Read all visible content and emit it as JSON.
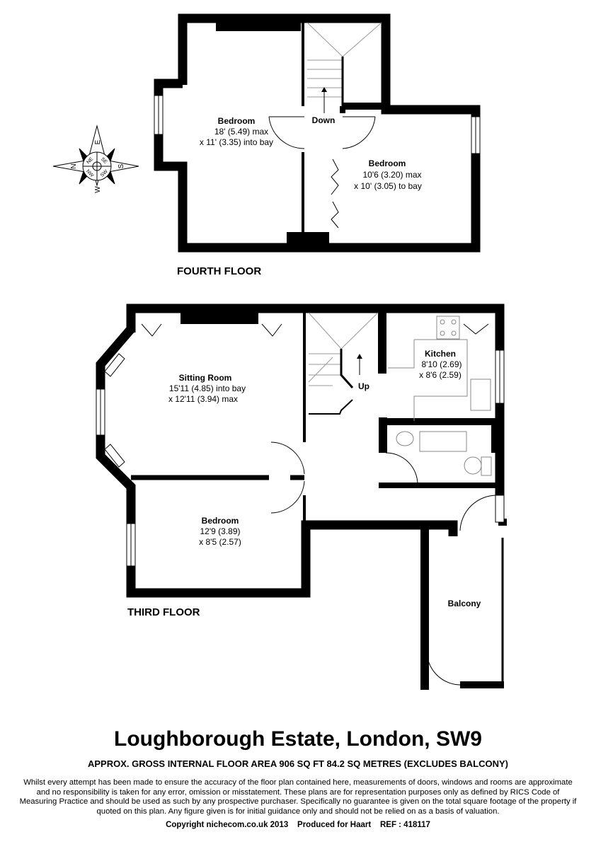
{
  "compass": {
    "labels": [
      "N",
      "E",
      "S",
      "W",
      "NE",
      "SE",
      "SW",
      "NW"
    ]
  },
  "fourth_floor": {
    "label": "FOURTH FLOOR",
    "stairs_label": "Down",
    "rooms": [
      {
        "name": "Bedroom",
        "dim1": "18' (5.49) max",
        "dim2": "x 11' (3.35) into bay"
      },
      {
        "name": "Bedroom",
        "dim1": "10'6 (3.20) max",
        "dim2": "x 10' (3.05) to bay"
      }
    ]
  },
  "third_floor": {
    "label": "THIRD FLOOR",
    "stairs_label": "Up",
    "rooms": [
      {
        "name": "Sitting Room",
        "dim1": "15'11 (4.85) into bay",
        "dim2": "x 12'11 (3.94) max"
      },
      {
        "name": "Kitchen",
        "dim1": "8'10 (2.69)",
        "dim2": "x 8'6 (2.59)"
      },
      {
        "name": "Bedroom",
        "dim1": "12'9 (3.89)",
        "dim2": "x 8'5 (2.57)"
      },
      {
        "name": "Balcony"
      }
    ]
  },
  "title": "Loughborough Estate, London, SW9",
  "area": "APPROX. GROSS INTERNAL FLOOR AREA 906 SQ FT 84.2 SQ METRES (EXCLUDES BALCONY)",
  "disclaimer": "Whilst every attempt has been made to ensure the accuracy of the floor plan contained here, measurements of doors, windows and rooms are approximate and no responsibility is taken for any error, omission or misstatement. These plans are for representation purposes only as defined by RICS Code of Measuring Practice and should be used as such by any prospective purchaser.  Specifically no guarantee is given on the total square footage of the property if quoted on this plan. Any figure given is for initial guidance only and should not be relied on as a basis of valuation.",
  "copyright": "Copyright nichecom.co.uk 2013    Produced for Haart    REF : 418117"
}
